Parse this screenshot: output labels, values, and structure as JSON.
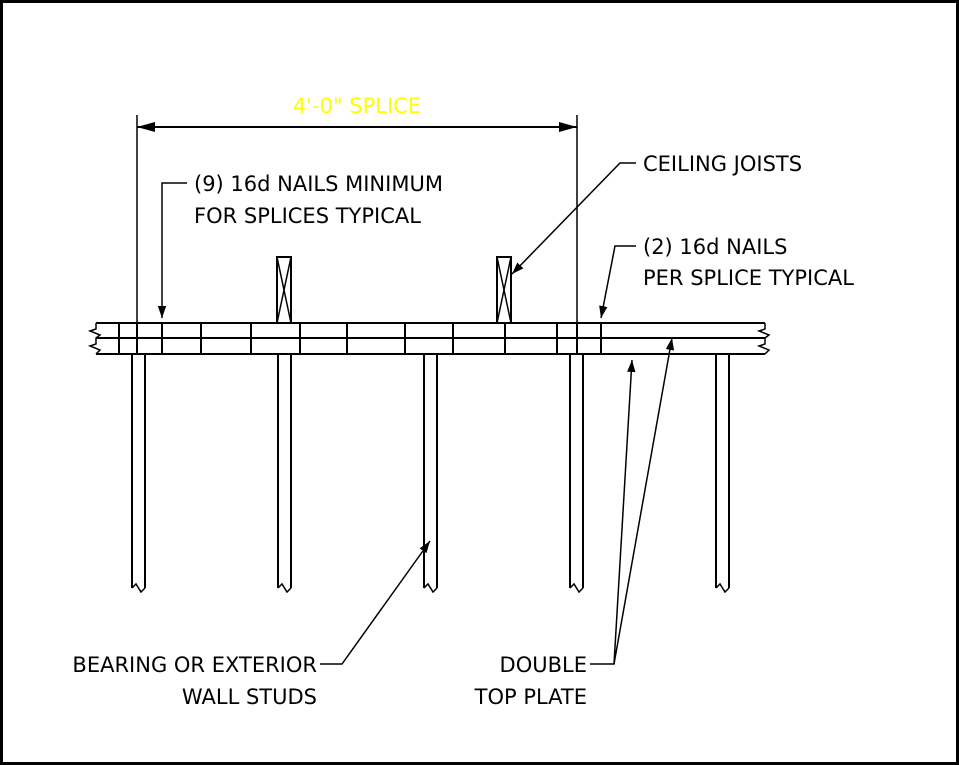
{
  "diagram": {
    "dimension": {
      "label": "4'-0\" SPLICE",
      "color": "#ffff00"
    },
    "callouts": {
      "nails_minimum": {
        "line1": "(9) 16d NAILS MINIMUM",
        "line2": "FOR SPLICES TYPICAL"
      },
      "ceiling_joists": {
        "line1": "CEILING JOISTS"
      },
      "nails_per_splice": {
        "line1": "(2) 16d NAILS",
        "line2": "PER SPLICE  TYPICAL"
      },
      "wall_studs": {
        "line1": "BEARING OR EXTERIOR",
        "line2": "WALL STUDS"
      },
      "top_plate": {
        "line1": "DOUBLE",
        "line2": "TOP PLATE"
      }
    },
    "colors": {
      "linework": "#000000",
      "background": "#ffffff",
      "frame": "#000000"
    }
  }
}
